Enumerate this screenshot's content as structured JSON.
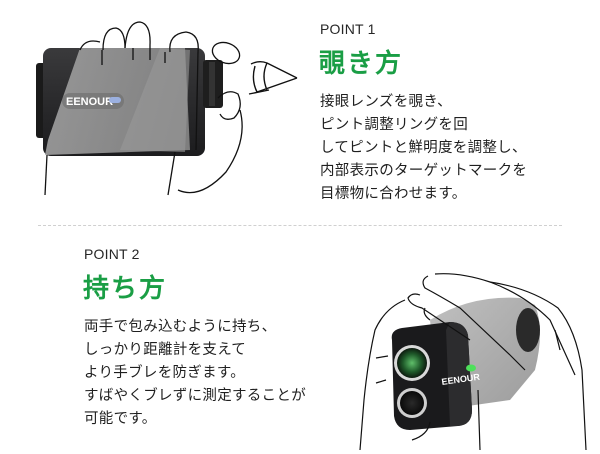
{
  "section1": {
    "point_label": "POINT 1",
    "title": "覗き方",
    "lines": [
      "接眼レンズを覗き、",
      "ピント調整リングを回",
      "してピントと鮮明度を調整し、",
      "内部表示のターゲットマークを",
      "目標物に合わせます。"
    ],
    "illustration": {
      "brand": "EENOUR",
      "icon": "rangefinder-eyepiece-with-hand-and-eye-icon"
    }
  },
  "section2": {
    "point_label": "POINT 2",
    "title": "持ち方",
    "lines": [
      "両手で包み込むように持ち、",
      "しっかり距離計を支えて",
      "より手ブレを防ぎます。",
      "すばやくブレずに測定することが",
      "可能です。"
    ],
    "illustration": {
      "brand": "EENOUR",
      "icon": "rangefinder-held-in-two-hands-icon"
    }
  },
  "colors": {
    "accent_green": "#1a9e45",
    "text": "#1f1f1f",
    "divider": "#d0d0d0"
  }
}
